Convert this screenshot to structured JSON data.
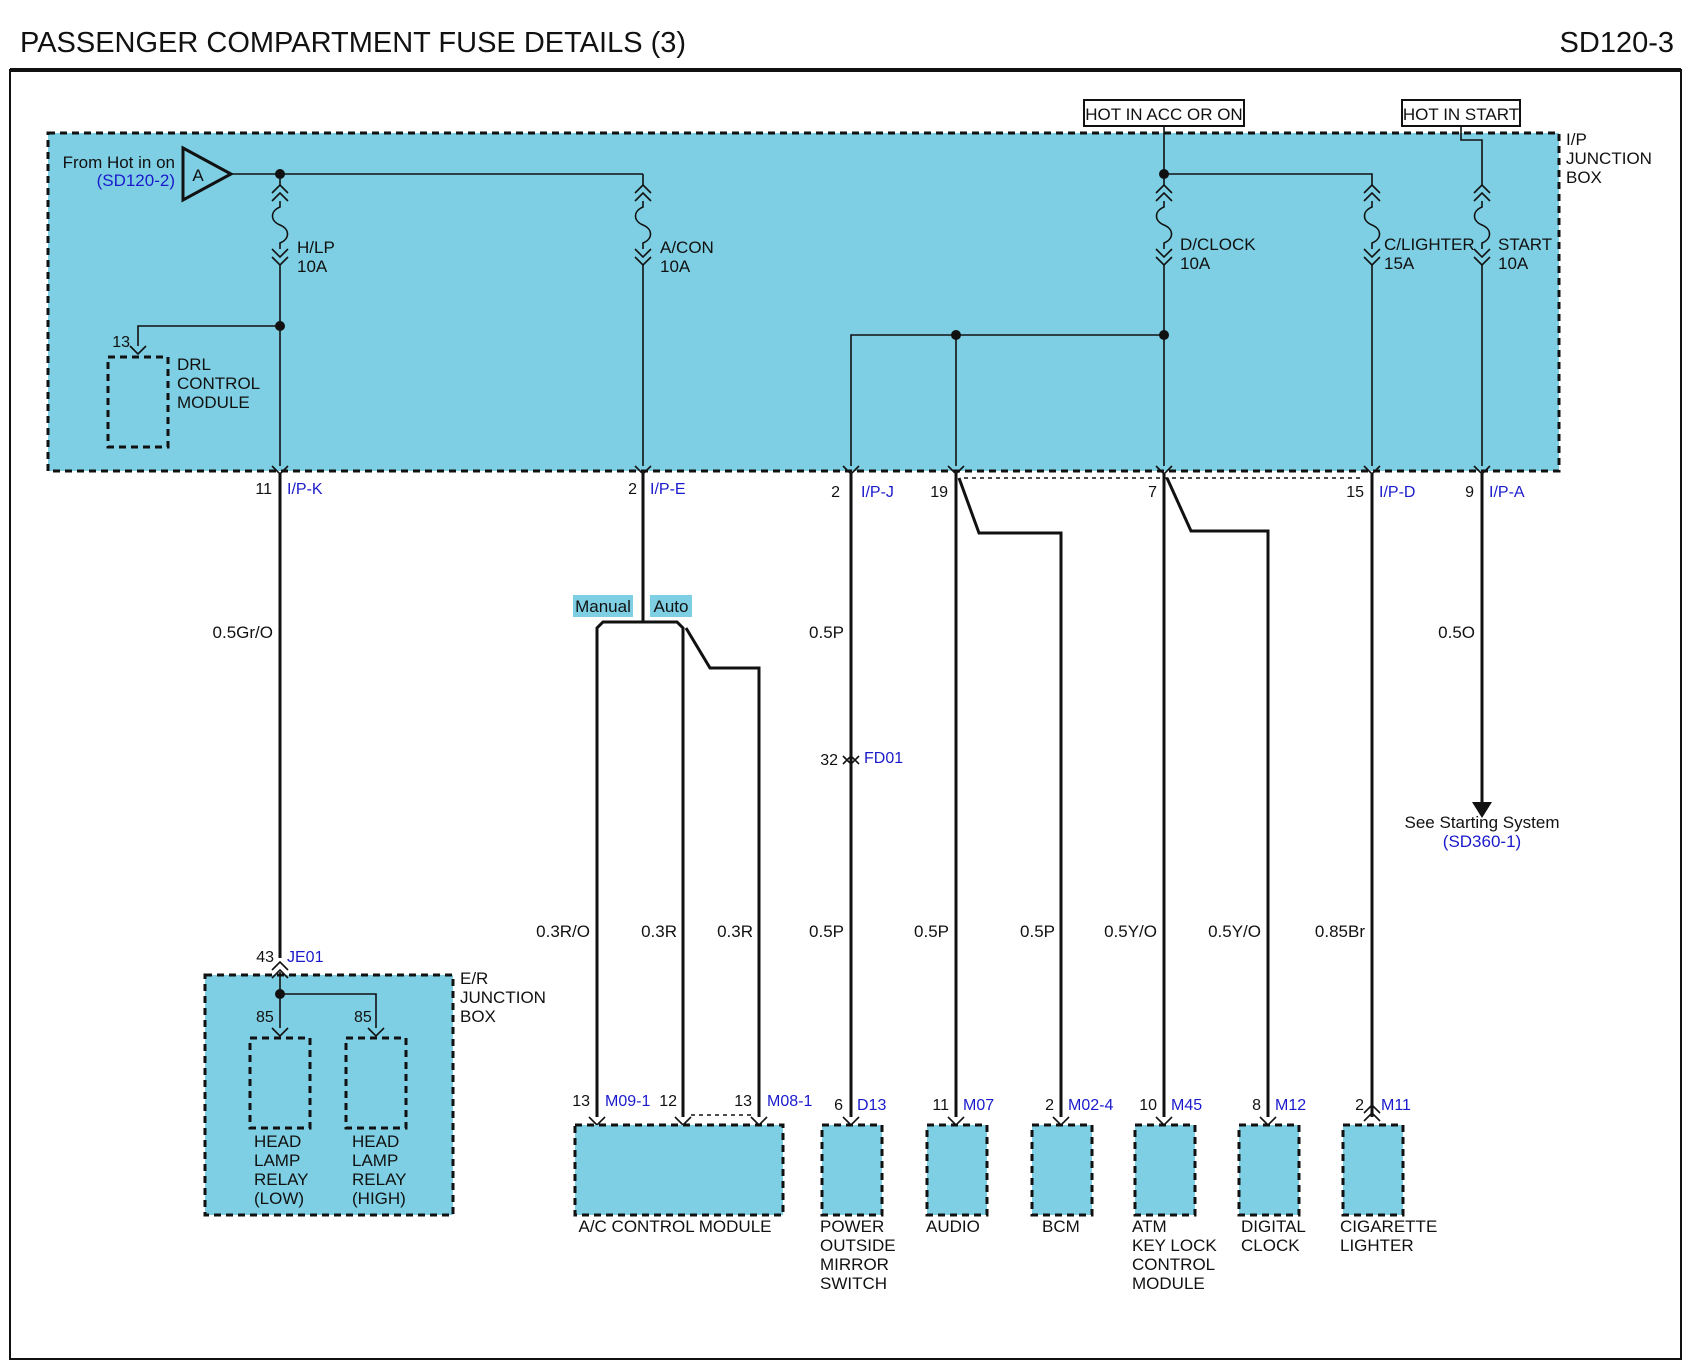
{
  "header": {
    "title": "PASSENGER COMPARTMENT FUSE DETAILS (3)",
    "code": "SD120-3"
  },
  "colors": {
    "box_fill": "#7ecfe3",
    "ref_text": "#1a1acc",
    "line": "#111111"
  },
  "sources": {
    "hot_acc": "HOT IN ACC OR ON",
    "hot_start": "HOT IN START",
    "from_hot_line": "From Hot in on",
    "from_hot_ref": "(SD120-2)",
    "from_hot_letter": "A"
  },
  "ip_box": {
    "l1": "I/P",
    "l2": "JUNCTION",
    "l3": "BOX"
  },
  "fuses": {
    "hlp": {
      "name": "H/LP",
      "amp": "10A"
    },
    "acon": {
      "name": "A/CON",
      "amp": "10A"
    },
    "dclock": {
      "name": "D/CLOCK",
      "amp": "10A"
    },
    "clighter": {
      "name": "C/LIGHTER",
      "amp": "15A"
    },
    "start": {
      "name": "START",
      "amp": "10A"
    }
  },
  "drl": {
    "pin": "13",
    "l1": "DRL",
    "l2": "CONTROL",
    "l3": "MODULE"
  },
  "connectors": {
    "ipk": {
      "pin": "11",
      "name": "I/P-K"
    },
    "ipe": {
      "pin": "2",
      "name": "I/P-E"
    },
    "ipj": {
      "pin": "2",
      "name": "I/P-J"
    },
    "p19": {
      "pin": "19"
    },
    "p7": {
      "pin": "7"
    },
    "ipd": {
      "pin": "15",
      "name": "I/P-D"
    },
    "ipa": {
      "pin": "9",
      "name": "I/P-A"
    },
    "je01": {
      "pin": "43",
      "name": "JE01"
    },
    "fd01": {
      "pin": "32",
      "name": "FD01"
    },
    "m091": {
      "pin": "13",
      "name": "M09-1"
    },
    "m081a": {
      "pin": "12"
    },
    "m081": {
      "pin": "13",
      "name": "M08-1"
    },
    "d13": {
      "pin": "6",
      "name": "D13"
    },
    "m07": {
      "pin": "11",
      "name": "M07"
    },
    "m024": {
      "pin": "2",
      "name": "M02-4"
    },
    "m45": {
      "pin": "10",
      "name": "M45"
    },
    "m12": {
      "pin": "8",
      "name": "M12"
    },
    "m11": {
      "pin": "2",
      "name": "M11"
    }
  },
  "options": {
    "manual": "Manual",
    "auto": "Auto"
  },
  "wires": {
    "gr_o": "0.5Gr/O",
    "p_upper": "0.5P",
    "o": "0.5O",
    "r_o": "0.3R/O",
    "r1": "0.3R",
    "r2": "0.3R",
    "p_mirror": "0.5P",
    "p_audio": "0.5P",
    "p_bcm": "0.5P",
    "y_o1": "0.5Y/O",
    "y_o2": "0.5Y/O",
    "br": "0.85Br"
  },
  "starting_ref": {
    "line": "See Starting System",
    "ref": "(SD360-1)"
  },
  "er_box": {
    "l1": "E/R",
    "l2": "JUNCTION",
    "l3": "BOX",
    "relay_low": {
      "pin": "85",
      "l1": "HEAD",
      "l2": "LAMP",
      "l3": "RELAY",
      "l4": "(LOW)"
    },
    "relay_high": {
      "pin": "85",
      "l1": "HEAD",
      "l2": "LAMP",
      "l3": "RELAY",
      "l4": "(HIGH)"
    }
  },
  "components": {
    "ac": "A/C CONTROL MODULE",
    "mirror": {
      "l1": "POWER",
      "l2": "OUTSIDE",
      "l3": "MIRROR",
      "l4": "SWITCH"
    },
    "audio": "AUDIO",
    "bcm": "BCM",
    "atm": {
      "l1": "ATM",
      "l2": "KEY LOCK",
      "l3": "CONTROL",
      "l4": "MODULE"
    },
    "clock": {
      "l1": "DIGITAL",
      "l2": "CLOCK"
    },
    "lighter": {
      "l1": "CIGARETTE",
      "l2": "LIGHTER"
    }
  }
}
